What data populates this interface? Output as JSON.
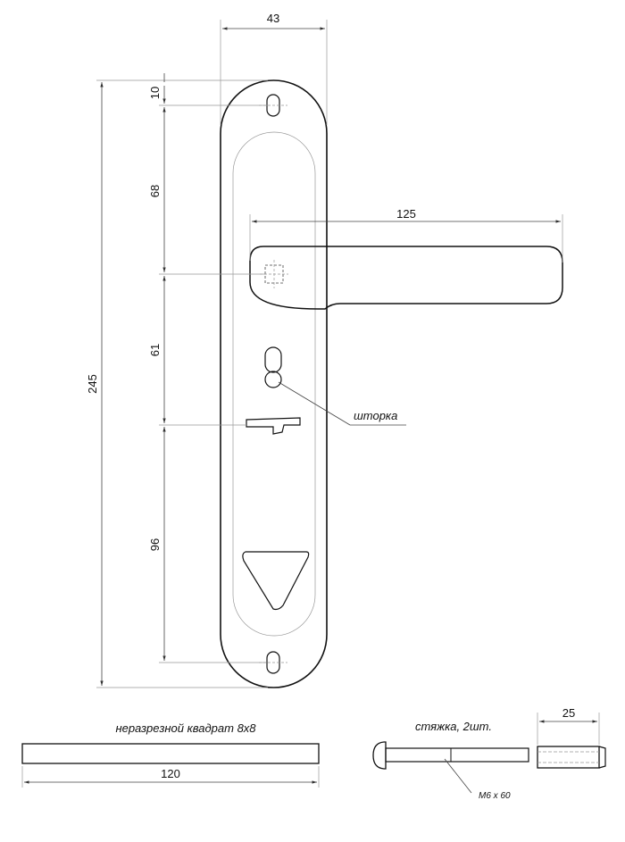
{
  "dimensions": {
    "width_43": "43",
    "height_245": "245",
    "hole_10": "10",
    "seg_68": "68",
    "seg_61": "61",
    "seg_96": "96",
    "handle_125": "125",
    "square_120": "120",
    "sleeve_25": "25"
  },
  "labels": {
    "shutter": "шторка",
    "square_caption": "неразрезной квадрат 8х8",
    "tie_caption": "стяжка, 2шт.",
    "bolt_size": "M6 x 60"
  }
}
